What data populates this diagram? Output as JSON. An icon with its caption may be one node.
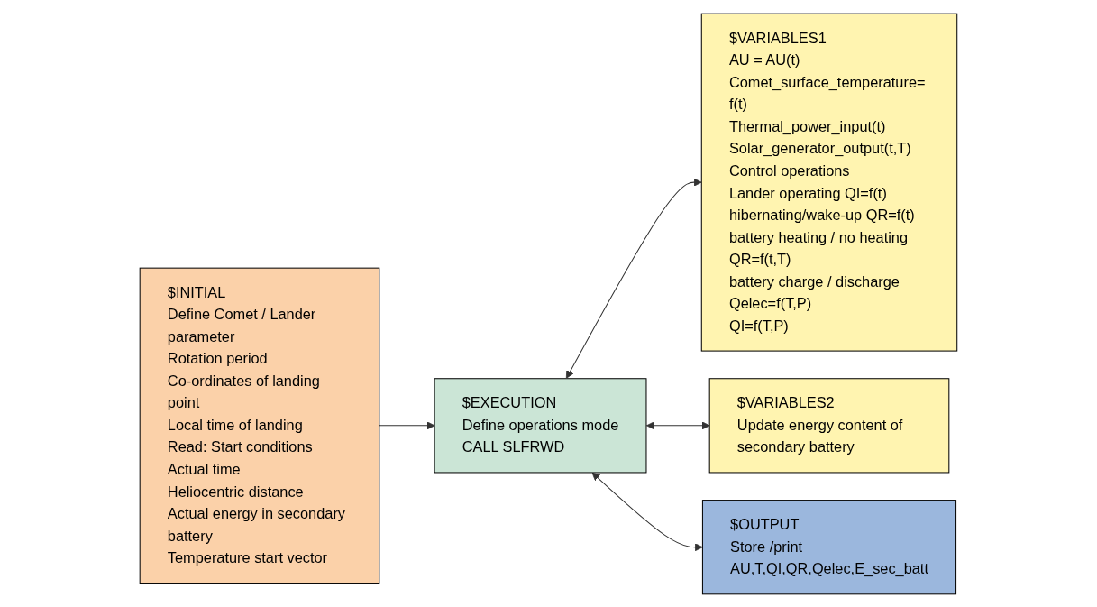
{
  "diagram": {
    "nodes": [
      {
        "text": [
          "$INITIAL",
          "Define Comet / Lander parameter",
          "Rotation period",
          "Co-ordinates of landing point",
          "Local time of landing",
          "Read: Start conditions",
          "Actual time",
          "Heliocentric distance",
          "Actual energy in secondary battery",
          "Temperature start vector"
        ]
      },
      {
        "text": [
          "$EXECUTION",
          "Define operations mode",
          "CALL SLFRWD"
        ]
      },
      {
        "text": [
          "$VARIABLES1",
          "AU = AU(t)",
          "Comet_surface_temperature= f(t)",
          "Thermal_power_input(t)",
          "Solar_generator_output(t,T)",
          "Control operations",
          "Lander operating QI=f(t)",
          "hibernating/wake-up QR=f(t)",
          "battery heating / no heating QR=f(t,T)",
          "battery charge / discharge Qelec=f(T,P)",
          "QI=f(T,P)"
        ]
      },
      {
        "text": [
          "$VARIABLES2",
          "Update energy content of secondary battery"
        ]
      },
      {
        "text": [
          "$OUTPUT",
          "Store /print AU,T,QI,QR,Qelec,E_sec_batt"
        ]
      }
    ],
    "edges": [
      {
        "from": 0,
        "to": 1,
        "arrow": "to"
      },
      {
        "from": 1,
        "to": 2,
        "arrow": "both"
      },
      {
        "from": 1,
        "to": 3,
        "arrow": "both"
      },
      {
        "from": 1,
        "to": 4,
        "arrow": "both"
      }
    ]
  }
}
